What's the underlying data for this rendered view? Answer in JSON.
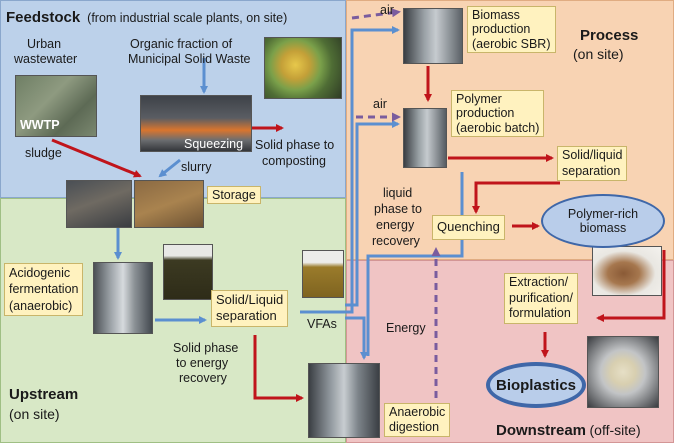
{
  "zones": {
    "feedstock": {
      "title": "Feedstock",
      "subtitle": "(from industrial  scale plants, on site)"
    },
    "upstream": {
      "title": "Upstream",
      "subtitle": "(on site)"
    },
    "process": {
      "title": "Process",
      "subtitle": "(on site)"
    },
    "downstream": {
      "title": "Downstream",
      "subtitle": "(off-site)"
    }
  },
  "labels": {
    "urban_wastewater_1": "Urban",
    "urban_wastewater_2": "wastewater",
    "ofmsw_1": "Organic fraction of",
    "ofmsw_2": "Municipal Solid Waste",
    "wwtp": "WWTP",
    "sludge": "sludge",
    "squeezing": "Squeezing",
    "slurry": "slurry",
    "solid_compost_1": "Solid phase to",
    "solid_compost_2": "composting",
    "acidogenic_1": "Acidogenic",
    "acidogenic_2": "fermentation",
    "acidogenic_3": "(anaerobic)",
    "vfas": "VFAs",
    "solid_energy_1": "Solid phase",
    "solid_energy_2": "to energy",
    "solid_energy_3": "recovery",
    "air_1": "air",
    "air_2": "air",
    "liquid_energy_1": "liquid",
    "liquid_energy_2": "phase to",
    "liquid_energy_3": "energy",
    "liquid_energy_4": "recovery",
    "energy": "Energy"
  },
  "boxes": {
    "storage": "Storage",
    "sl_sep_up_1": "Solid/Liquid",
    "sl_sep_up_2": "separation",
    "biomass_prod_1": "Biomass",
    "biomass_prod_2": "production",
    "biomass_prod_3": "(aerobic SBR)",
    "polymer_prod_1": "Polymer",
    "polymer_prod_2": "production",
    "polymer_prod_3": "(aerobic batch)",
    "sl_sep_proc_1": "Solid/liquid",
    "sl_sep_proc_2": "separation",
    "quenching": "Quenching",
    "extraction_1": "Extraction/",
    "extraction_2": "purification/",
    "extraction_3": "formulation",
    "anaerobic_1": "Anaerobic",
    "anaerobic_2": "digestion"
  },
  "ellipses": {
    "polymer_rich_1": "Polymer-rich",
    "polymer_rich_2": "biomass",
    "bioplastics": "Bioplastics"
  },
  "colors": {
    "feedstock_bg": "#bcd1ea",
    "upstream_bg": "#d8e8c6",
    "process_bg": "#f8d3b3",
    "downstream_bg": "#f0c4c4",
    "box_fill": "#fff2bf",
    "red_arrow": "#c0141b",
    "blue_arrow": "#5b8fd0",
    "purple_dashed": "#7a5c9e",
    "ellipse_fill": "#b9cdea",
    "ellipse_border": "#3f67a8"
  }
}
